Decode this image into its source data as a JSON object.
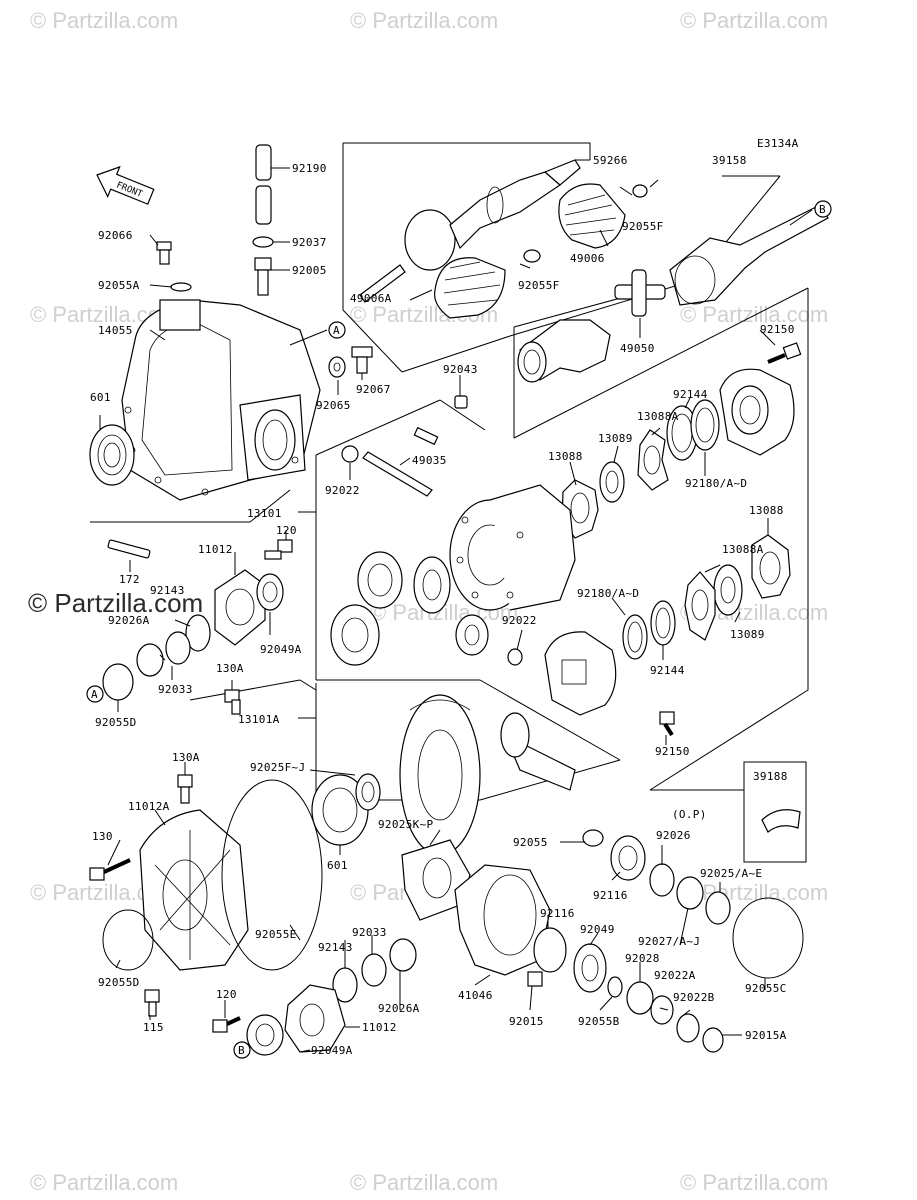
{
  "diagram_code": "E3134A",
  "front_label": "FRONT",
  "watermark": "© Partzilla.com",
  "callouts": {
    "A": "A",
    "B": "B",
    "op": "(O.P)"
  },
  "parts": {
    "p92190": "92190",
    "p92037": "92037",
    "p92005": "92005",
    "p92066": "92066",
    "p92055A": "92055A",
    "p14055": "14055",
    "p601a": "601",
    "p92065": "92065",
    "p92067": "92067",
    "p59266": "59266",
    "p39158": "39158",
    "p92055F_a": "92055F",
    "p49006": "49006",
    "p92055F_b": "92055F",
    "p49006A": "49006A",
    "p49050": "49050",
    "p92150a": "92150",
    "p92043": "92043",
    "p92144a": "92144",
    "p13088Aa": "13088A",
    "p13089a": "13089",
    "p13088a": "13088",
    "p49035": "49035",
    "p92022a": "92022",
    "p92180a": "92180/A~D",
    "p13101": "13101",
    "p120a": "120",
    "p11012a": "11012",
    "p172": "172",
    "p92143a": "92143",
    "p92026A_top": "92026A",
    "p92049A_a": "92049A",
    "p92033a": "92033",
    "p92055D_a": "92055D",
    "p130A_a": "130A",
    "p13088b": "13088",
    "p13088Ab": "13088A",
    "p92180b": "92180/A~D",
    "p92022b": "92022",
    "p13089b": "13089",
    "p92144b": "92144",
    "p92150b": "92150",
    "p13101A": "13101A",
    "p130A_b": "130A",
    "p92025FJ": "92025F~J",
    "p11012A": "11012A",
    "p130": "130",
    "p601b": "601",
    "p92025KP": "92025K~P",
    "p92055": "92055",
    "p92026": "92026",
    "p39188": "39188",
    "p92116a": "92116",
    "p92025AE": "92025/A~E",
    "p92116b": "92116",
    "p92049": "92049",
    "p92027": "92027/A~J",
    "p92055E": "92055E",
    "p92033b": "92033",
    "p92143b": "92143",
    "p92028": "92028",
    "p92055C": "92055C",
    "p92022A": "92022A",
    "p92055D_b": "92055D",
    "p92026A_bot": "92026A",
    "p41046": "41046",
    "p92015": "92015",
    "p92055B": "92055B",
    "p92022B": "92022B",
    "p120b": "120",
    "p115": "115",
    "p11012b": "11012",
    "p92015A": "92015A",
    "p92049A_b": "92049A"
  }
}
